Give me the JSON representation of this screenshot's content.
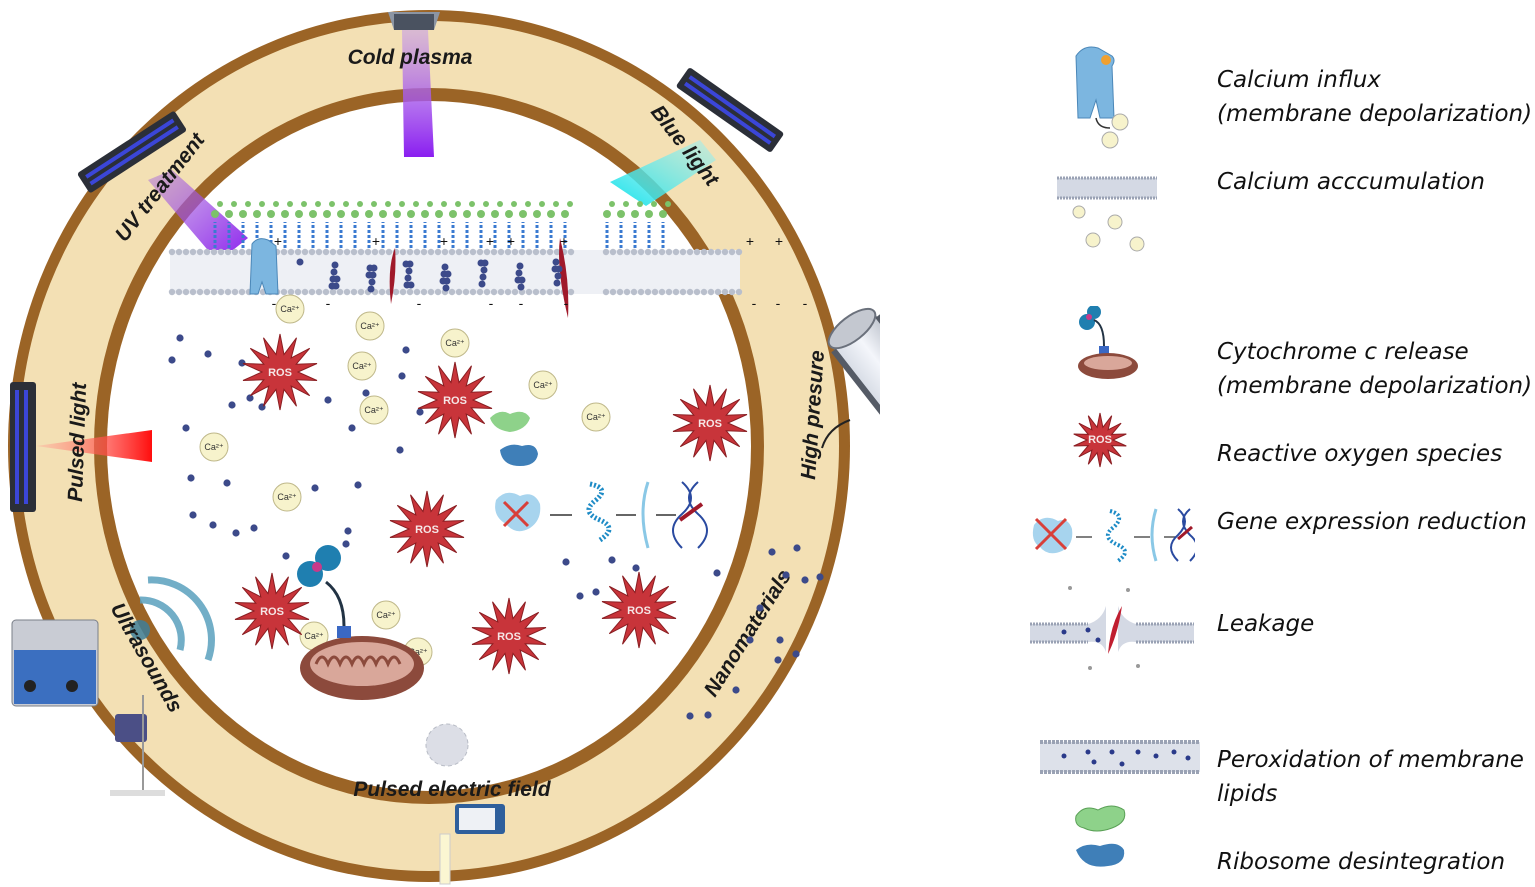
{
  "figure": {
    "ring_labels": {
      "cold_plasma": "Cold plasma",
      "uv_treatment": "UV treatment",
      "blue_light": "Blue light",
      "pulsed_light": "Pulsed light",
      "high_pressure": "High presure",
      "ultrasounds": "Ultrasounds",
      "nanomaterials": "Nanomaterials",
      "pulsed_electric_field": "Pulsed electric field"
    },
    "ros_label": "ROS",
    "calcium_label": "Ca²⁺",
    "charge_plus": "+",
    "charge_minus": "-",
    "colors": {
      "ring_border": "#9b6426",
      "ring_fill": "#f3e0b4",
      "ros": "#c8343a",
      "calcium": "#f7f3cc",
      "particle": "#3c4a8a",
      "membrane": "#b9bfcc",
      "uv_beam": "#8a2be2",
      "blue_beam": "#23e0e6",
      "pulsed_beam": "#ff1a1a",
      "cytochrome": "#1f7fb0",
      "mitochondria": "#8c4a3c"
    }
  },
  "legend": {
    "items": [
      {
        "icon": "calcium-channel-icon",
        "lines": [
          "Calcium influx",
          "(membrane depolarization)"
        ]
      },
      {
        "icon": "membrane-calcium-icon",
        "lines": [
          "Calcium acccumulation"
        ]
      },
      {
        "icon": "mitochondria-cytochrome-icon",
        "lines": [
          "Cytochrome c release",
          "(membrane depolarization)"
        ]
      },
      {
        "icon": "ros-icon",
        "lines": [
          "Reactive oxygen species"
        ]
      },
      {
        "icon": "gene-expression-icon",
        "lines": [
          "Gene expression reduction"
        ]
      },
      {
        "icon": "membrane-leak-icon",
        "lines": [
          "Leakage"
        ]
      },
      {
        "icon": "peroxidized-membrane-icon",
        "lines": [
          "Peroxidation of membrane",
          "lipids"
        ]
      },
      {
        "icon": "ribosome-icon",
        "lines": [
          "Ribosome desintegration"
        ]
      }
    ]
  }
}
